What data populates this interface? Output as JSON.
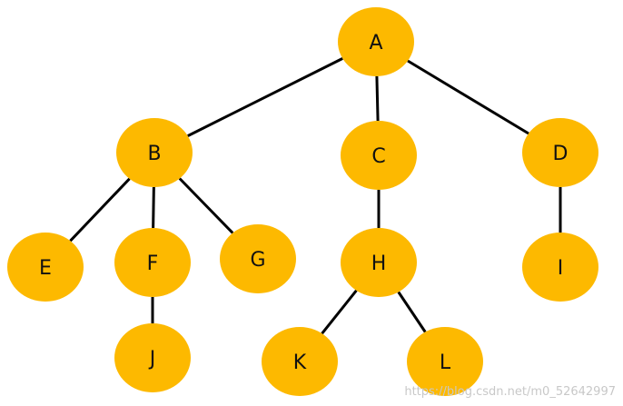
{
  "diagram": {
    "node_color": "#FDB900",
    "edge_color": "#000000",
    "text_color": "#111111",
    "nodes": [
      {
        "id": "A",
        "label": "A"
      },
      {
        "id": "B",
        "label": "B"
      },
      {
        "id": "C",
        "label": "C"
      },
      {
        "id": "D",
        "label": "D"
      },
      {
        "id": "E",
        "label": "E"
      },
      {
        "id": "F",
        "label": "F"
      },
      {
        "id": "G",
        "label": "G"
      },
      {
        "id": "H",
        "label": "H"
      },
      {
        "id": "I",
        "label": "I"
      },
      {
        "id": "J",
        "label": "J"
      },
      {
        "id": "K",
        "label": "K"
      },
      {
        "id": "L",
        "label": "L"
      }
    ],
    "edges": [
      [
        "A",
        "B"
      ],
      [
        "A",
        "C"
      ],
      [
        "A",
        "D"
      ],
      [
        "B",
        "E"
      ],
      [
        "B",
        "F"
      ],
      [
        "B",
        "G"
      ],
      [
        "C",
        "H"
      ],
      [
        "D",
        "I"
      ],
      [
        "F",
        "J"
      ],
      [
        "H",
        "K"
      ],
      [
        "H",
        "L"
      ]
    ]
  },
  "watermark": "https://blog.csdn.net/m0_52642997"
}
